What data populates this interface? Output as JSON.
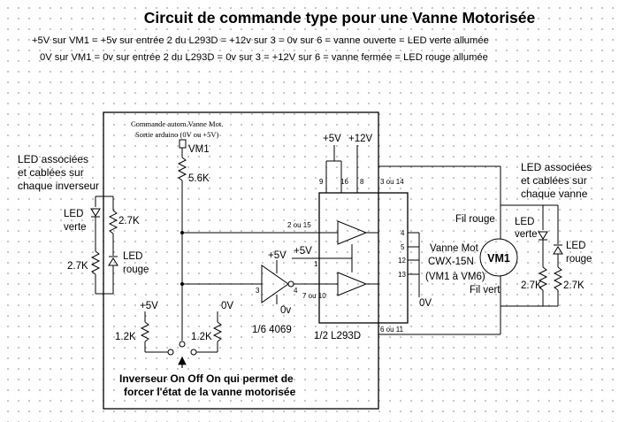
{
  "title": "Circuit de commande type pour une Vanne Motorisée",
  "truth_rows": [
    "+5V sur VM1 =   +5v sur entrée 2 du L293D  =  +12v sur 3  =  0v sur 6  =  vanne ouverte  =  LED verte allumée",
    "0V sur VM1 =   0v sur entrée 2 du L293D  =  0v sur 3  =  +12V sur 6  =  vanne fermée  =  LED rouge allumée"
  ],
  "command": {
    "line1": "Commande autom.Vanne Mot.",
    "line2": "Sortie arduino     (0V ou +5V)",
    "pin": "VM1",
    "resistor": "5.6K"
  },
  "left_led_note": [
    "LED associées",
    "et cablées sur",
    "chaque inverseur"
  ],
  "right_led_note": [
    "LED associées",
    "et cablées sur",
    "chaque vanne"
  ],
  "left_leds": {
    "green_1": "LED",
    "green_2": "verte",
    "red_1": "LED",
    "red_2": "rouge",
    "r_top": "2.7K",
    "r_bottom": "2.7K"
  },
  "right_leds": {
    "green_1": "LED",
    "green_2": "verte",
    "red_1": "LED",
    "red_2": "rouge",
    "r_left": "2.7K",
    "r_right": "2.7K"
  },
  "supplies": {
    "v5": "+5V",
    "v12": "+12V"
  },
  "l293d": {
    "name": "1/2  L293D",
    "pins": {
      "p9": "9",
      "p16": "16",
      "p8": "8",
      "p3_14": "3 ou 14",
      "p2_15": "2 ou 15",
      "p1": "1",
      "p7_10": "7 ou 10",
      "p6_11": "6 ou 11",
      "p4": "4",
      "p5": "5",
      "p12": "12",
      "p13": "13"
    },
    "en_supply": "+5V"
  },
  "inverter": {
    "name": "1/6  4069",
    "vplus": "+5V",
    "vzero": "0v",
    "pin_in": "3",
    "pin_out": "4"
  },
  "motor": {
    "label": "VM1",
    "name1": "Vanne Mot",
    "name2": "CWX-15N",
    "name3": "(VM1 à VM6)",
    "wire_red": "Fil rouge",
    "wire_green": "Fil vert",
    "gnd": "0V"
  },
  "switch": {
    "left_supply": "+5V",
    "right_supply": "0V",
    "left_res": "1.2K",
    "right_res": "1.2K",
    "caption1": "Inverseur On Off On qui permet de",
    "caption2": "forcer l'état de la vanne motorisée"
  }
}
